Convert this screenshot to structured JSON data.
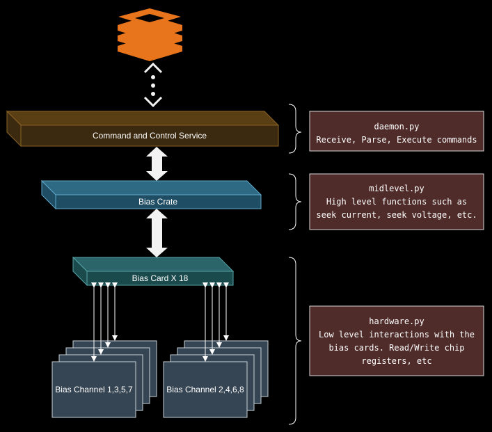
{
  "colors": {
    "background": "#000000",
    "service_face": "#3b2a10",
    "service_top": "#5a3f15",
    "service_border": "#8a6124",
    "crate_face": "#1f4d63",
    "crate_top": "#2f6a85",
    "crate_border": "#5fa6c8",
    "card_face": "#1b4a4d",
    "card_top": "#2b6569",
    "card_border": "#56a3a8",
    "channel_face": "#364553",
    "channel_border": "#c8d2da",
    "note_bg": "#4f2c2a",
    "note_border": "#d9d9d9",
    "arrow": "#f2f2f2",
    "logo": "#e8741c"
  },
  "logo": {
    "icon": "orange-stacked-layers-logo-icon"
  },
  "nodes": {
    "service": {
      "label": "Command and Control Service"
    },
    "crate": {
      "label": "Bias Crate"
    },
    "card": {
      "label": "Bias Card X 18"
    },
    "channel_a": {
      "label": "Bias Channel 1,3,5,7"
    },
    "channel_b": {
      "label": "Bias Channel 2,4,6,8"
    }
  },
  "notes": {
    "daemon": {
      "lines": [
        "daemon.py",
        "Receive, Parse, Execute commands"
      ]
    },
    "midlevel": {
      "lines": [
        "midlevel.py",
        "High level functions such as",
        "seek current, seek voltage, etc."
      ]
    },
    "hardware": {
      "lines": [
        "hardware.py",
        "Low level interactions with the",
        "bias cards. Read/Write chip",
        "registers, etc"
      ]
    }
  }
}
